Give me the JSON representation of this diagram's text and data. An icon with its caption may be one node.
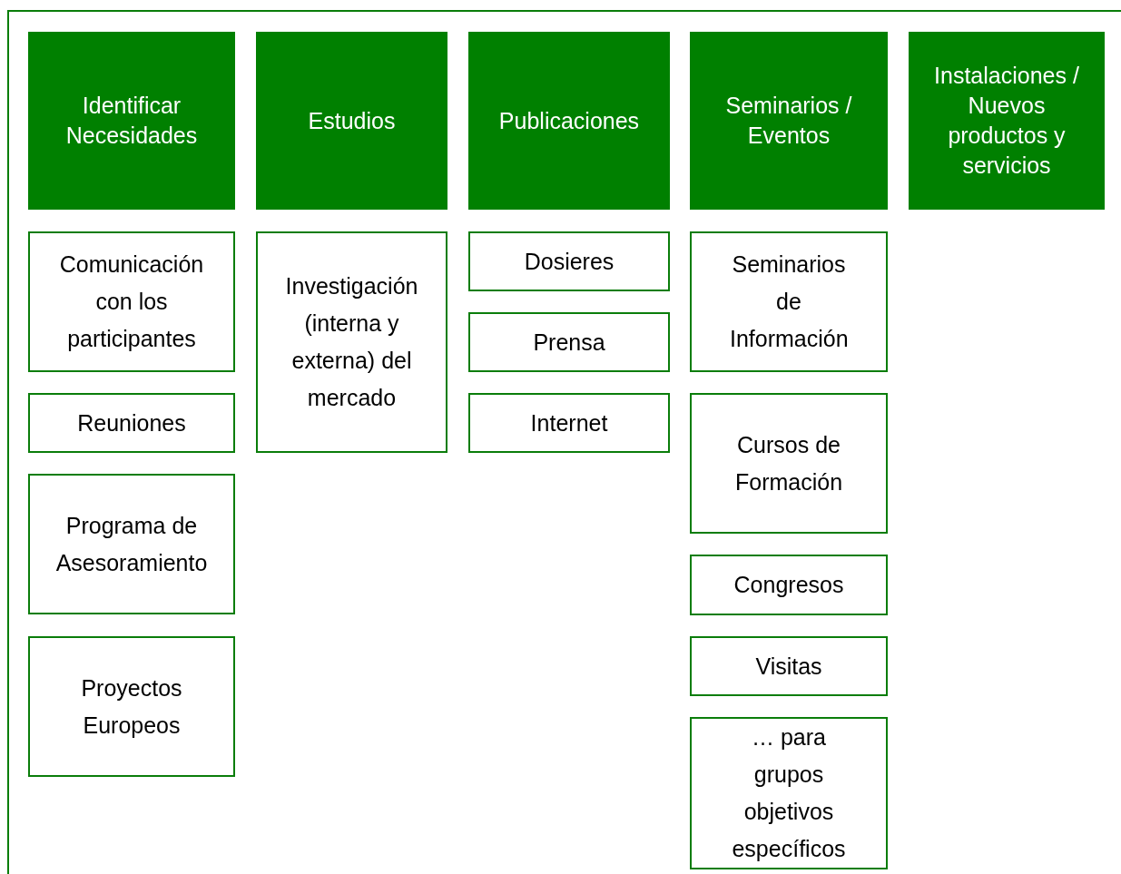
{
  "diagram": {
    "nodes": [
      {
        "text": [
          "Identificar Necesidades"
        ]
      },
      {
        "text": [
          "Estudios"
        ]
      },
      {
        "text": [
          "Publicaciones"
        ]
      },
      {
        "text": [
          "Seminarios / Eventos"
        ]
      },
      {
        "text": [
          "Instalaciones / Nuevos productos y servicios"
        ]
      },
      {
        "text": [
          "Comunicación con los participantes"
        ]
      },
      {
        "text": [
          "Investigación (interna y externa) del mercado"
        ]
      },
      {
        "text": [
          "Dosieres"
        ]
      },
      {
        "text": [
          "Seminarios de Información"
        ]
      },
      {
        "text": [
          "Reuniones"
        ]
      },
      {
        "text": [
          "Prensa"
        ]
      },
      {
        "text": [
          "Internet"
        ]
      },
      {
        "text": [
          "Cursos de Formación"
        ]
      },
      {
        "text": [
          "Programa de Asesoramiento"
        ]
      },
      {
        "text": [
          "Congresos"
        ]
      },
      {
        "text": [
          "Proyectos Europeos"
        ]
      },
      {
        "text": [
          "Visitas"
        ]
      },
      {
        "text": [
          "… para grupos objetivos específicos"
        ]
      }
    ]
  }
}
